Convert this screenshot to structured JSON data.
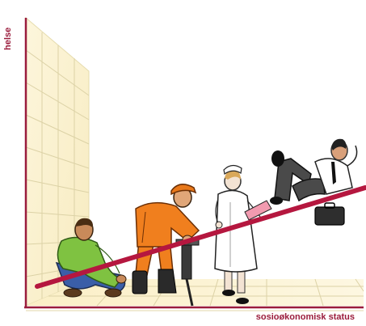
{
  "axes": {
    "y_label": "helse",
    "x_label": "sosioøkonomisk status"
  },
  "figures": [
    {
      "role": "worker-sitting",
      "shirt_color": "#7fc241",
      "pants_color": "#3a5ea8"
    },
    {
      "role": "construction-worker",
      "overall_color": "#f07f1e",
      "helmet_color": "#e8781a"
    },
    {
      "role": "nurse",
      "uniform_color": "#ffffff",
      "clipboard_color": "#f29bb0"
    },
    {
      "role": "businessman",
      "suit_color": "#4a4a4a",
      "shirt_color": "#ffffff"
    }
  ],
  "colors": {
    "axis": "#9a1c3c",
    "gradient_line": "#b5173f",
    "grid_line": "#d6cfa8",
    "wall_fill": "#fbf3d6",
    "floor_fill": "#fbf1cc"
  }
}
